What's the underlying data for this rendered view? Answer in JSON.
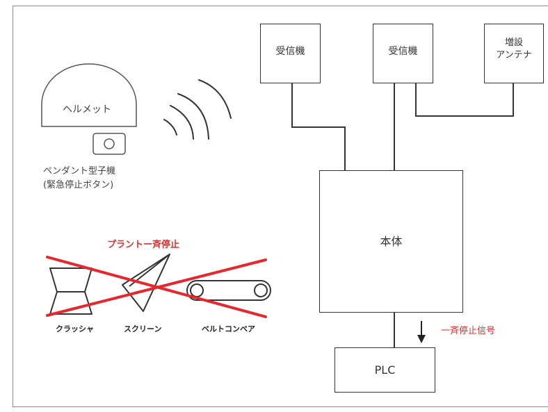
{
  "receiver_left": "受信機",
  "receiver_right": "受信機",
  "extension_antenna": "増設\nアンテナ",
  "main_unit": "本体",
  "plc": "PLC",
  "helmet": "ヘルメット",
  "pendant": "ペンダント型子機\n(緊急停止ボタン)",
  "plant_stop": "プラントー斉停止",
  "stop_signal": "一斉停止信号",
  "crusher": "クラッシャ",
  "screen": "スクリーン",
  "belt_conveyor": "ベルトコンベア",
  "colors": {
    "line": "#333333",
    "cross": "#e8262d",
    "signal_text": "#e03030"
  }
}
